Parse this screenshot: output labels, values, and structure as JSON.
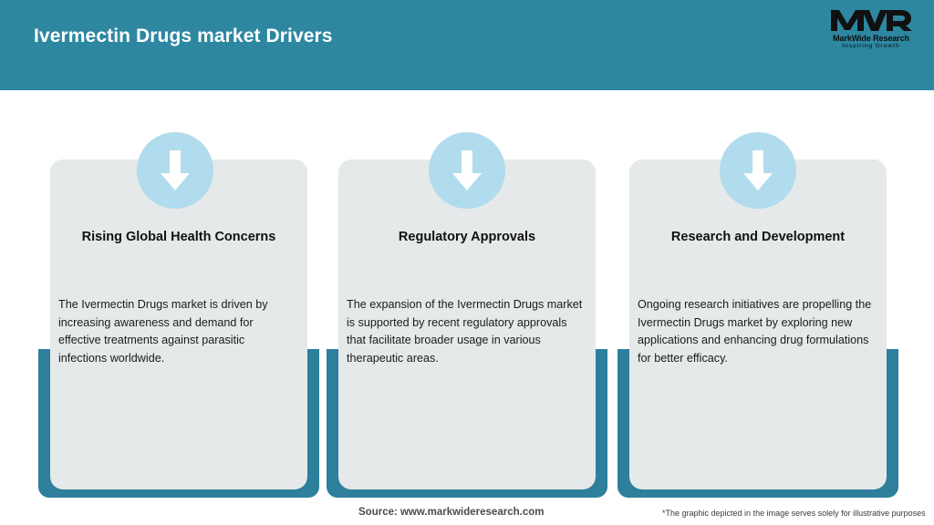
{
  "header": {
    "title": "Ivermectin Drugs market Drivers",
    "bar_color": "#2d87a0"
  },
  "logo": {
    "mark": "MWR",
    "name": "MarkWide Research",
    "tagline": "Inspiring Growth"
  },
  "theme": {
    "header_teal": "#2d87a0",
    "frame_teal": "#2d7f9b",
    "card_gray": "#e5e9ea",
    "badge_blue": "#b0dced",
    "arrow_white": "#ffffff"
  },
  "cards": [
    {
      "icon": "down-arrow-icon",
      "title": "Rising Global Health Concerns",
      "body": "The Ivermectin Drugs market is driven by increasing awareness and demand for effective treatments against parasitic infections worldwide."
    },
    {
      "icon": "down-arrow-icon",
      "title": "Regulatory Approvals",
      "body": "The expansion of the Ivermectin Drugs market is supported by recent regulatory approvals that facilitate broader usage in various therapeutic areas."
    },
    {
      "icon": "down-arrow-icon",
      "title": "Research and Development",
      "body": "Ongoing research initiatives are propelling the Ivermectin Drugs market by exploring new applications and enhancing drug formulations for better efficacy."
    }
  ],
  "footer": {
    "source": "Source: www.markwideresearch.com",
    "disclaimer": "*The graphic depicted in the image serves solely for illustrative purposes"
  }
}
